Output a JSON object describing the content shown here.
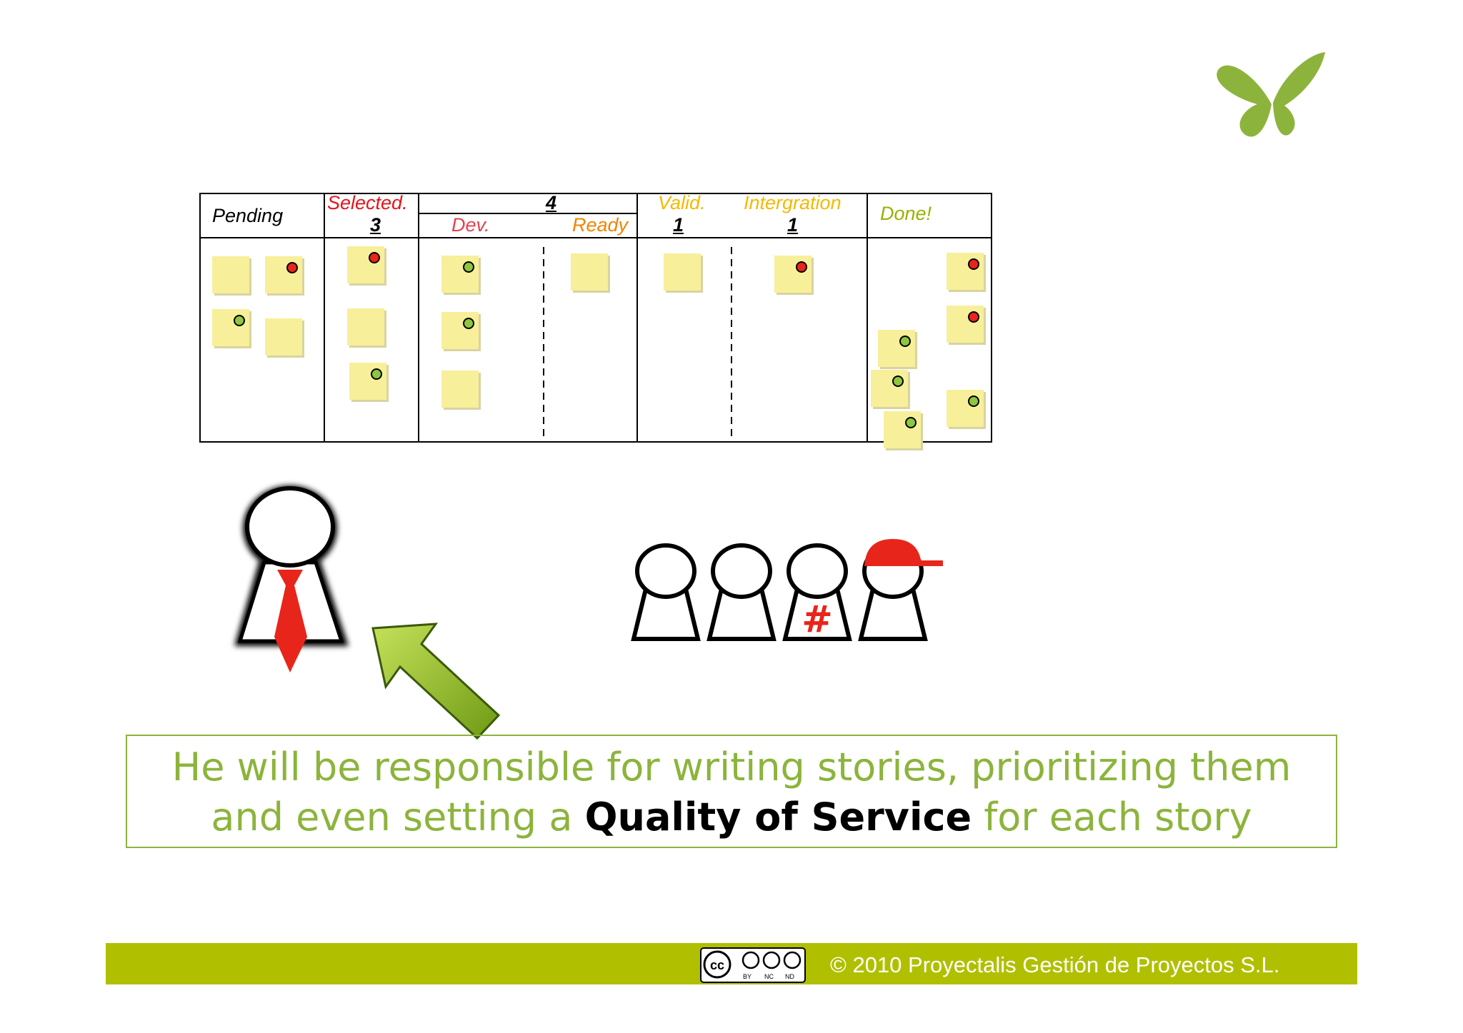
{
  "board": {
    "columns": {
      "pending": "Pending",
      "selected": "Selected.",
      "selected_wip": "3",
      "development_wip": "4",
      "dev": "Dev.",
      "ready": "Ready",
      "valid": "Valid.",
      "valid_wip": "1",
      "integration": "Intergration",
      "integration_wip": "1",
      "done": "Done!"
    },
    "colors": {
      "note": "#f8ef9a",
      "dot_red": "#e8251b",
      "dot_green": "#8dc63f",
      "pending_text": "#000000",
      "selected_text": "#e5141a",
      "dev_text": "#e5424e",
      "ready_text": "#f08500",
      "valid_text": "#f5b800",
      "integration_text": "#f5b800",
      "done_text": "#9bb000"
    }
  },
  "caption": {
    "line1": "He will be responsible for writing stories, prioritizing them",
    "line2_before": "and even setting a ",
    "line2_bold": "Quality of Service",
    "line2_after": " for each story"
  },
  "footer": {
    "copyright": "© 2010 Proyectalis Gestión de Proyectos S.L.",
    "license_labels": [
      "BY",
      "NC",
      "ND"
    ],
    "license_icon": "creative-commons-icon"
  },
  "icons": {
    "logo": "butterfly-icon",
    "arrow": "green-arrow-icon",
    "product_owner": "person-with-tie-icon",
    "team": "team-members-icon"
  }
}
